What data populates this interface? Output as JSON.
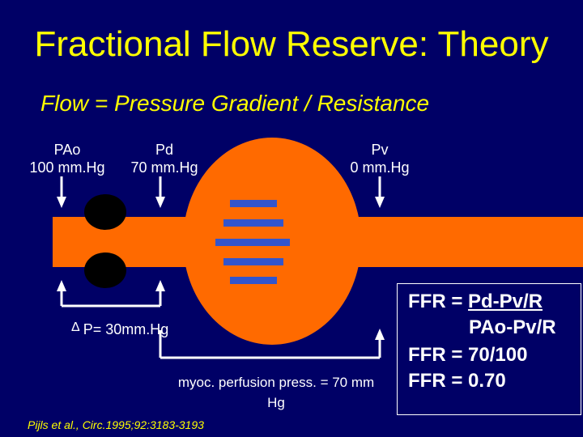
{
  "title": "Fractional Flow Reserve: Theory",
  "formula": "Flow = Pressure Gradient / Resistance",
  "pressures": [
    {
      "name": "PAo",
      "value": "100 mm.Hg"
    },
    {
      "name": "Pd",
      "value": "70 mm.Hg"
    },
    {
      "name": "Pv",
      "value": "0 mm.Hg"
    }
  ],
  "delta": {
    "symbol": "Δ",
    "text": "P= 30mm.Hg"
  },
  "myoc": {
    "line1": "myoc. perfusion press. = 70 mm",
    "line2": "Hg"
  },
  "ffr": {
    "l1_prefix": "FFR = ",
    "l1_num": "Pd-Pv/R",
    "l2_den": "PAo-Pv/R",
    "l3": "FFR = 70/100",
    "l4": "FFR = 0.70"
  },
  "citation": "Pijls et al., Circ.1995;92:3183-3193",
  "colors": {
    "background": "#000066",
    "title": "#ffff00",
    "vessel": "#ff6a00",
    "stripes": "#3355cc",
    "stenosis": "#000000"
  }
}
